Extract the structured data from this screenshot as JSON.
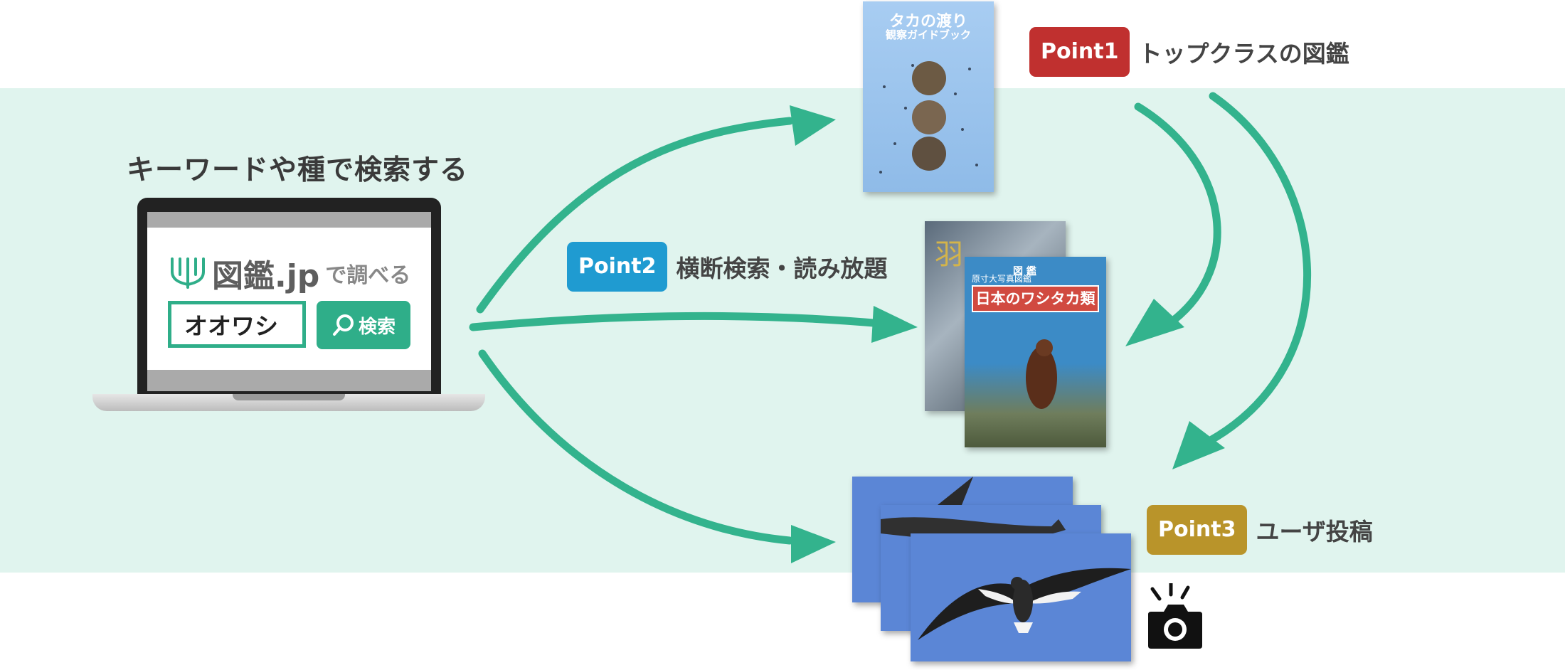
{
  "heading": "キーワードや種で検索する",
  "site": {
    "logo_text": "図鑑.jp",
    "logo_suffix": "で調べる",
    "search_value": "オオワシ",
    "search_button": "検索"
  },
  "points": [
    {
      "badge": "Point1",
      "text": "トップクラスの図鑑",
      "color": "#c0302f"
    },
    {
      "badge": "Point2",
      "text": "横断検索・読み放題",
      "color": "#1f9bd1"
    },
    {
      "badge": "Point3",
      "text": "ユーザ投稿",
      "color": "#b9942a"
    }
  ],
  "books": {
    "book1_title": "タカの渡り",
    "book1_subtitle": "観察ガイドブック",
    "book2_glyph": "羽",
    "book3_topline": "原寸大写真図鑑",
    "book3_zukan": "図 鑑",
    "book3_title": "日本のワシタカ類"
  },
  "colors": {
    "accent_green": "#2fae89",
    "band": "#e0f4ee"
  }
}
